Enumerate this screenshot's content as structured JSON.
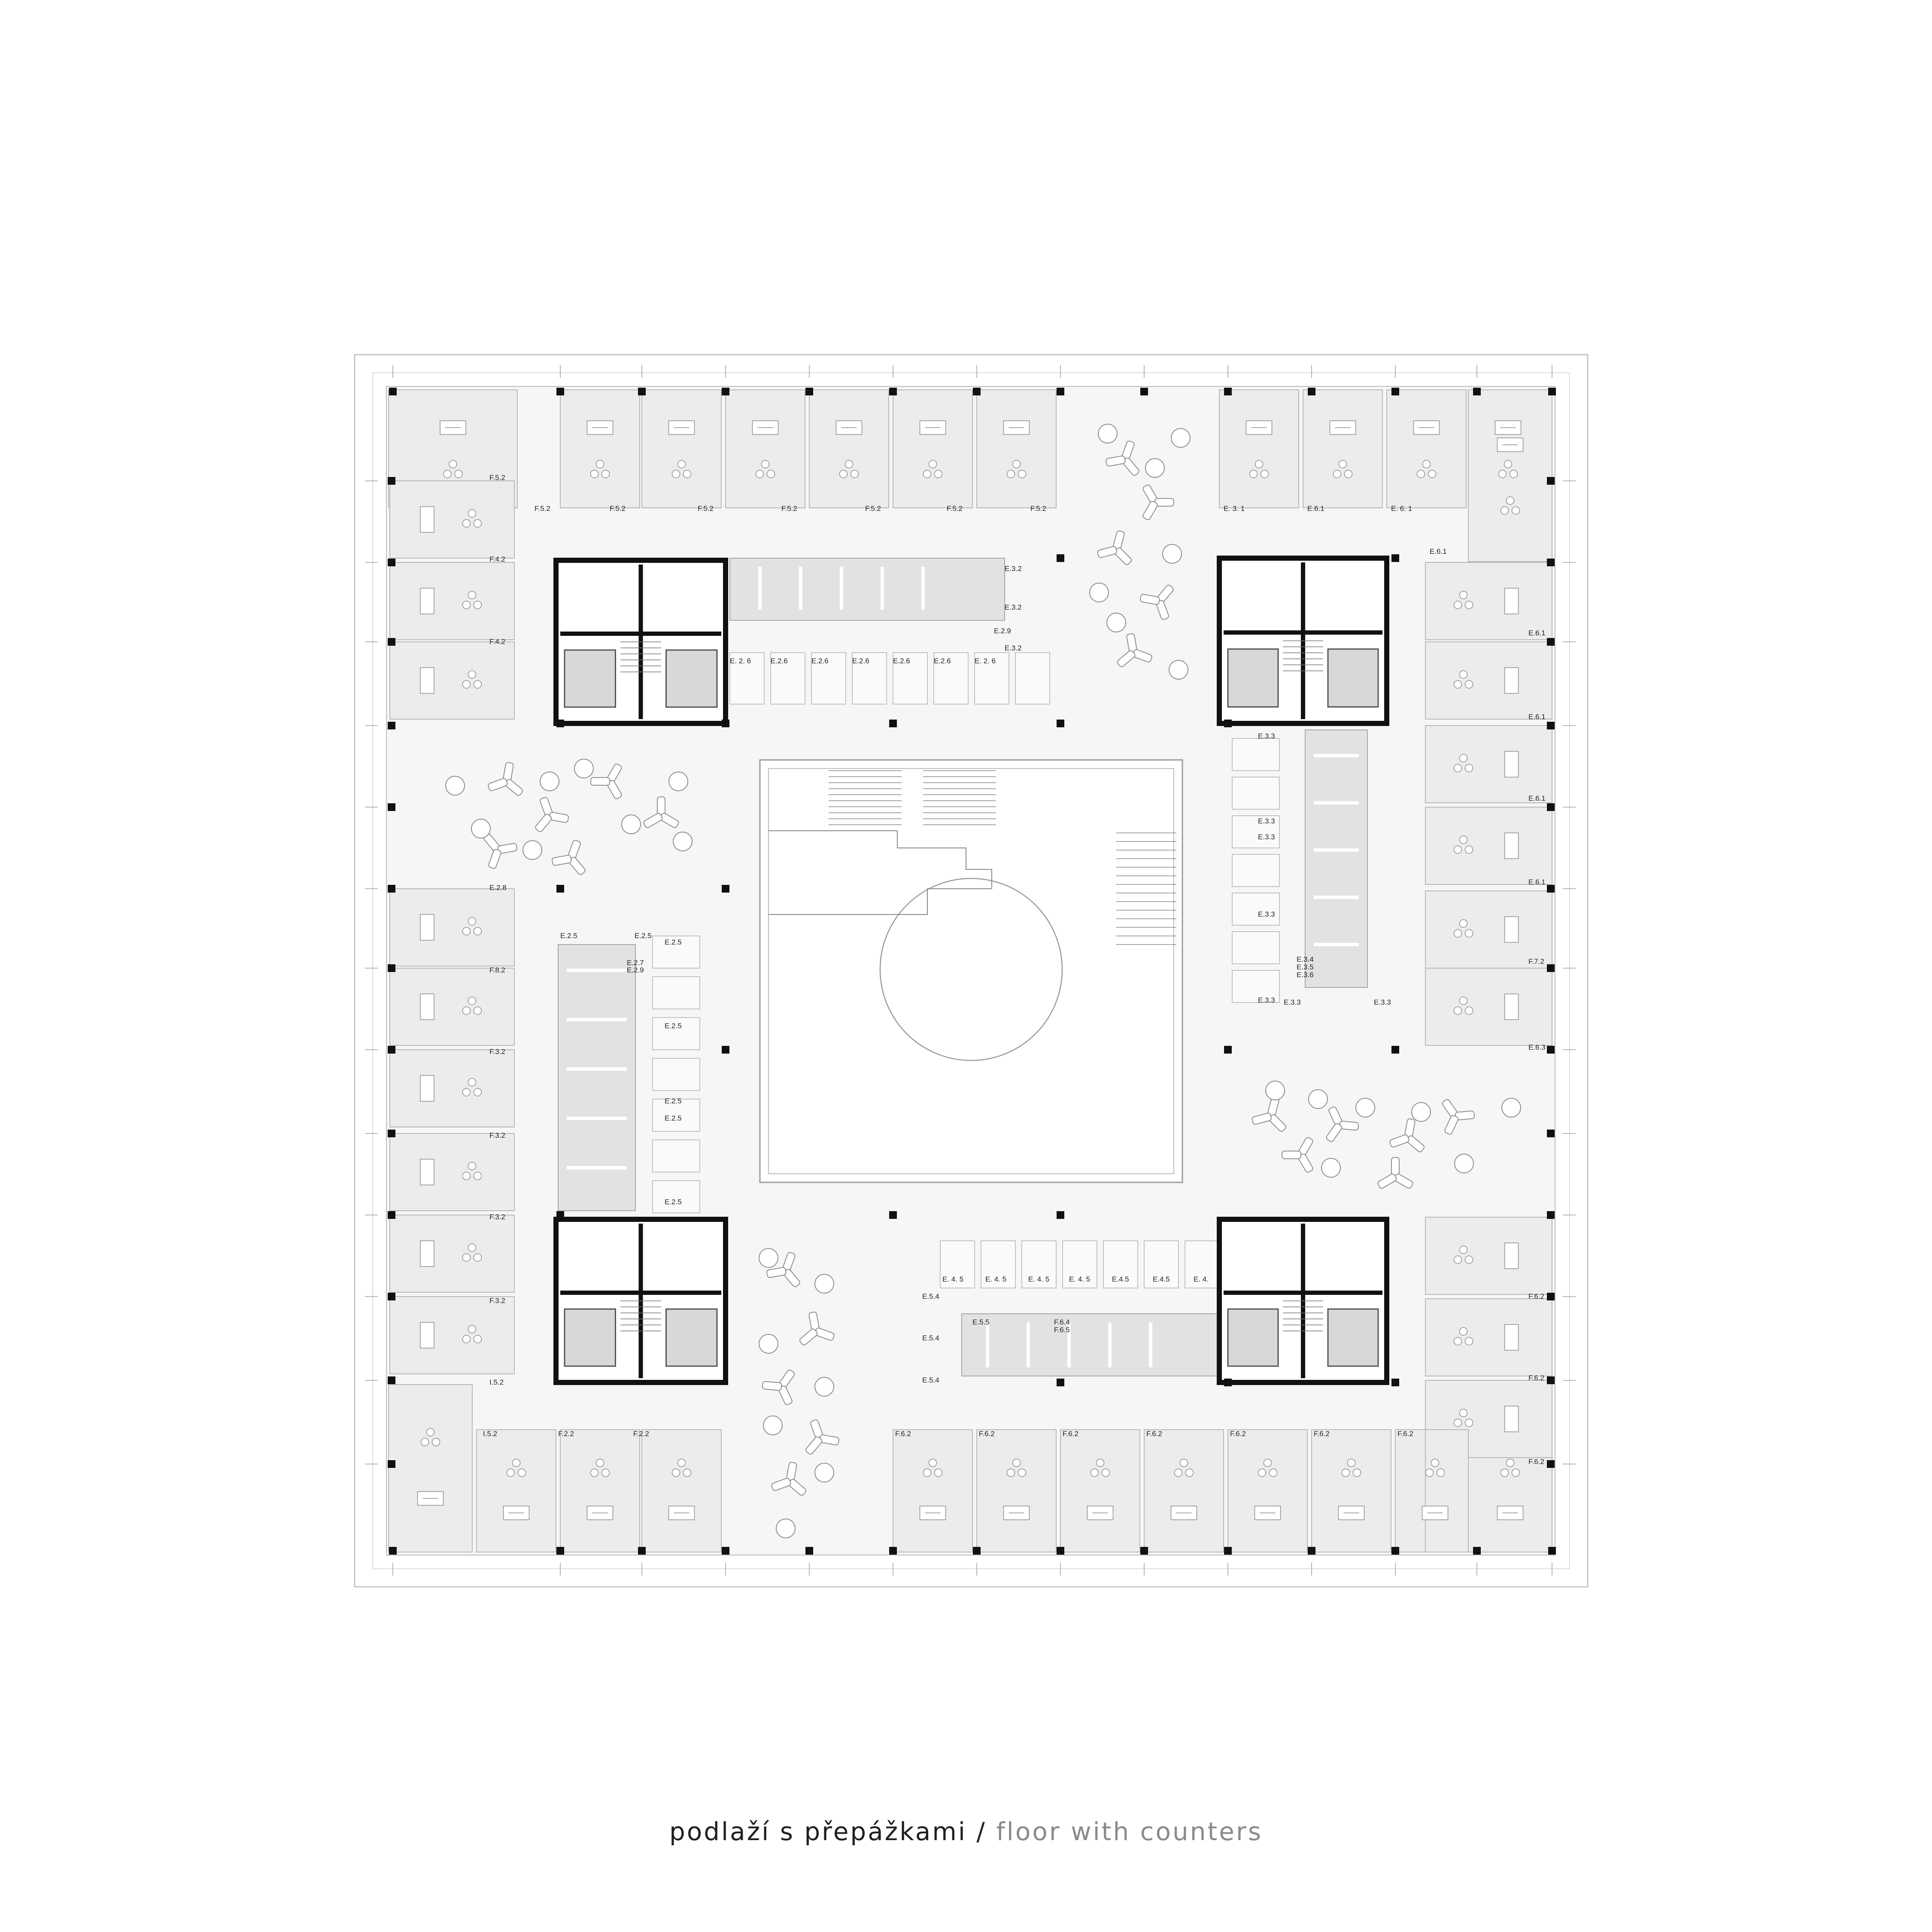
{
  "caption": {
    "czech": "podlaží s přepážkami",
    "separator": " / ",
    "english": "floor with counters"
  },
  "colors": {
    "room_fill": "#ececec",
    "wall": "#111111",
    "corridor": "#f7f7f7",
    "outline": "#bdbdbd",
    "caption_secondary": "#8a8a8a"
  },
  "room_labels": {
    "north": [
      "F.5.2",
      "F.5.2",
      "F.5.2",
      "F.5.2",
      "F.5.2",
      "F.5.2",
      "F.5.2",
      "F.5.2",
      "E. 3. 1",
      "E.6.1",
      "E. 6. 1"
    ],
    "west": [
      "F.4.2",
      "F.4.2",
      "E.2.8",
      "F.8.2",
      "F.3.2",
      "F.3.2",
      "F.3.2",
      "F.3.2",
      "I.5.2"
    ],
    "south": [
      "I.5.2",
      "F.2.2",
      "F.2.2",
      "F.6.2",
      "F.6.2",
      "F.6.2",
      "F.6.2",
      "F.6.2",
      "F.6.2",
      "F.6.2"
    ],
    "east": [
      "E.6.1",
      "E.6.1",
      "E.6.1",
      "E.6.1",
      "E.6.1",
      "F.7.2",
      "E.6.3",
      "F.6.2",
      "F.6.2",
      "F.6.2"
    ],
    "block_nw": [
      "E.2.9",
      "E. 2. 6",
      "E.2.6",
      "E.2.6",
      "E.2.6",
      "E.2.6",
      "E.2.6",
      "E. 2. 6",
      "E.3.2",
      "E.3.2",
      "E.3.2"
    ],
    "block_sw": [
      "E.2.5",
      "E.2.5",
      "E.2.5",
      "E.2.7",
      "E.2.9",
      "E.2.5",
      "E.2.5",
      "E.2.5",
      "E.2.5"
    ],
    "block_ne": [
      "E.3.3",
      "E.3.3",
      "E.3.3",
      "E.3.3",
      "E.3.4",
      "E.3.5",
      "E.3.6",
      "E.3.3",
      "E.3.3",
      "E.3.3"
    ],
    "block_se": [
      "E. 4. 5",
      "E. 4. 5",
      "E. 4. 5",
      "E. 4. 5",
      "E.4.5",
      "E.4.5",
      "E. 4.",
      "E.5.4",
      "E.5.4",
      "E.5.4",
      "E.5.5",
      "F.6.4",
      "F.6.5"
    ]
  }
}
